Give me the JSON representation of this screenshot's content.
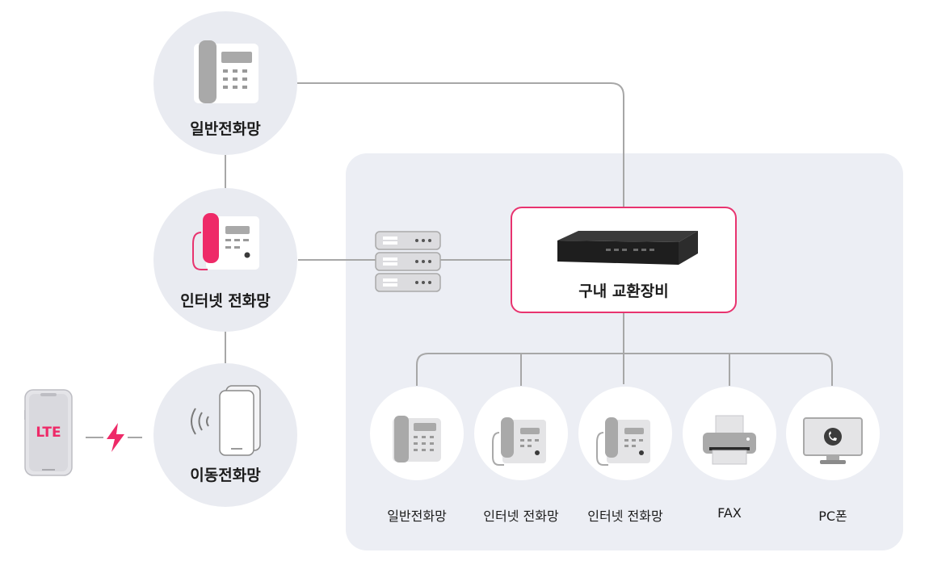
{
  "networks": {
    "pstn_label": "일반전화망",
    "voip_label": "인터넷 전화망",
    "mobile_label": "이동전화망"
  },
  "mobile_phone": {
    "badge": "LTE"
  },
  "pbx": {
    "label": "구내 교환장비"
  },
  "devices": [
    {
      "label": "일반전화망",
      "icon": "desk-phone-icon"
    },
    {
      "label": "인터넷 전화망",
      "icon": "ip-phone-icon"
    },
    {
      "label": "인터넷 전화망",
      "icon": "ip-phone-icon"
    },
    {
      "label": "FAX",
      "icon": "fax-icon"
    },
    {
      "label": "PC폰",
      "icon": "pc-phone-icon"
    }
  ],
  "colors": {
    "accent": "#e8336f",
    "line": "#a7a7a7",
    "panel": "#eceef4",
    "circle": "#e9ebf1"
  }
}
